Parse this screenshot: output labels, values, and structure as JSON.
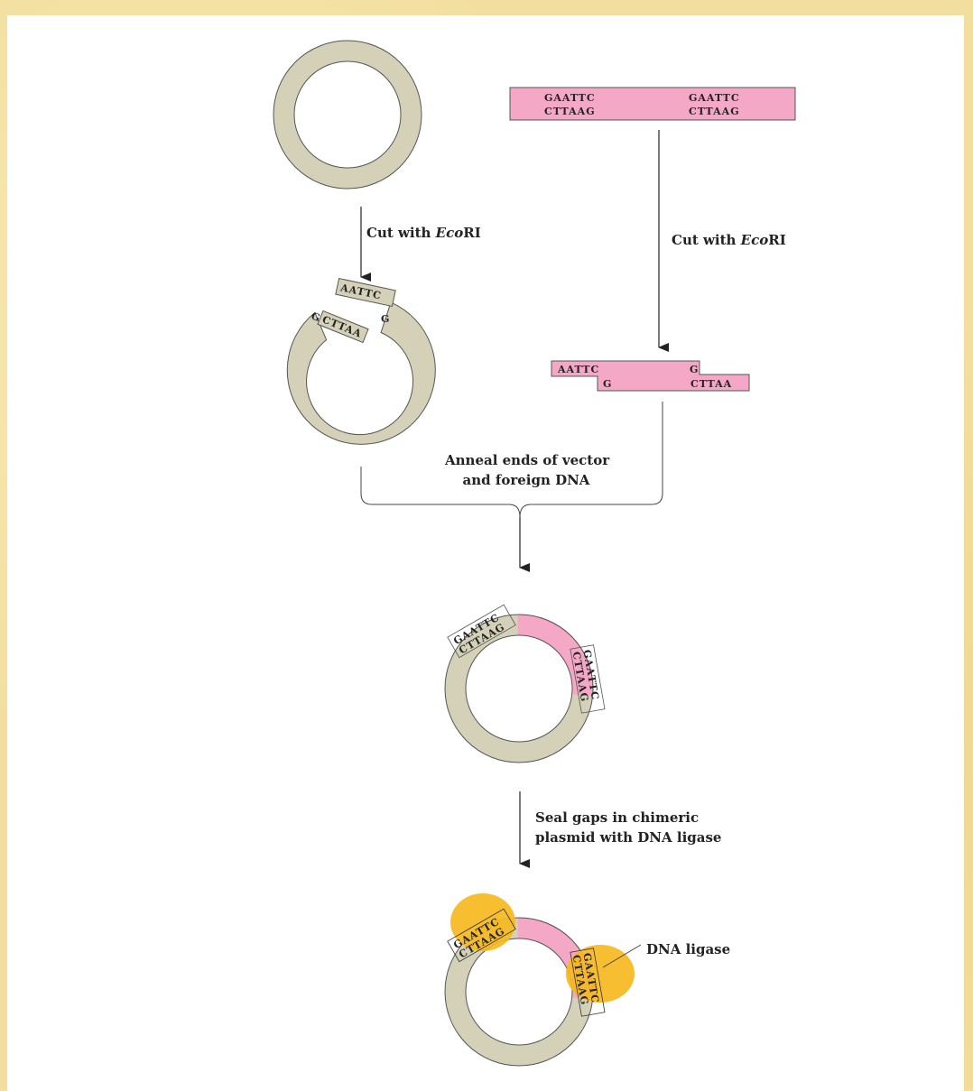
{
  "labels": {
    "cut_prefix": "Cut with ",
    "cut_enzyme": "Eco",
    "cut_suffix": "RI",
    "anneal_line1": "Anneal ends of vector",
    "anneal_line2": "and foreign DNA",
    "seal_line1": "Seal gaps in chimeric",
    "seal_line2": "plasmid with DNA ligase",
    "ligase": "DNA ligase"
  },
  "sequences": {
    "site_top": "GAATTC",
    "site_bottom": "CTTAAG",
    "overhang_left_top": "AATTC",
    "overhang_left_bottom": "G",
    "overhang_right_top": "G",
    "overhang_right_bottom": "CTTAA",
    "vector_left_strand": "G",
    "vector_left_overhang": "CTTAA",
    "vector_right_overhang": "AATTC",
    "vector_right_strand": "G"
  },
  "colors": {
    "vector": "#d4d1b8",
    "foreign_dna": "#f5a7c6",
    "ligase": "#f6b820",
    "outline": "#444444",
    "background": "#f2dfa0"
  }
}
